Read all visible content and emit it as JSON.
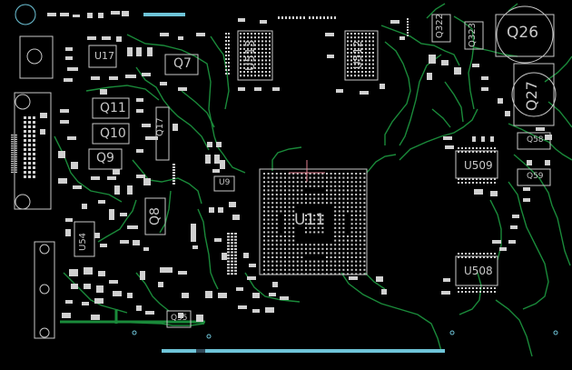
{
  "colors": {
    "background": "#000000",
    "trace": "#1a8a3a",
    "outline": "#c8c8c8",
    "pad": "#d0d0d0",
    "connector": "#6ec4d8",
    "marker": "#e08090"
  },
  "components": {
    "u17": "U17",
    "q7": "Q7",
    "u513": "U513",
    "u512": "U512",
    "q322": "Q322",
    "q323": "Q323",
    "q26": "Q26",
    "q27": "Q27",
    "q11": "Q11",
    "q10": "Q10",
    "q9": "Q9",
    "q8": "Q8",
    "u54": "U54",
    "u11": "U11",
    "u509": "U509",
    "u508": "U508",
    "q17": "Q17",
    "u9": "U9",
    "q55": "Q55",
    "q58": "Q58",
    "q59": "Q59"
  }
}
